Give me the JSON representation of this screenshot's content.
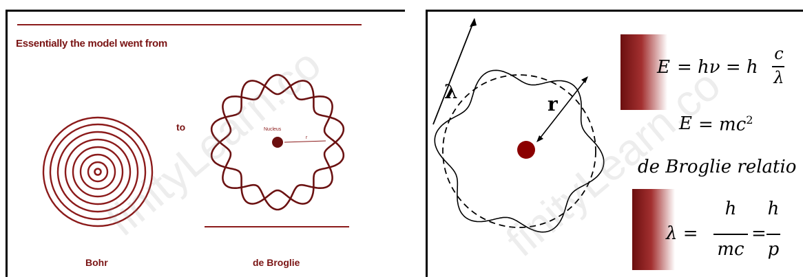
{
  "left_panel": {
    "heading": "Essentially the model went from",
    "connector": "to",
    "bohr_caption": "Bohr",
    "debroglie_caption": "de Broglie",
    "nucleus_label": "Nucleus",
    "radius_label": "r"
  },
  "right_panel": {
    "wavelength_symbol": "λ",
    "radius_symbol": "r",
    "eq1": {
      "lhs": "E",
      "mid": "= hν = h",
      "num": "c",
      "den": "λ"
    },
    "eq2": {
      "lhs": "E",
      "rhs": "= mc",
      "exp": "2"
    },
    "relation_title": "de Broglie relatio",
    "eq3": {
      "lhs": "λ =",
      "num1": "h",
      "den1": "mc",
      "eqsign": "=",
      "num2": "h",
      "den2": "p"
    }
  },
  "watermark": "finityLearn.co",
  "colors": {
    "accent": "#8b1a1a",
    "nucleus": "#6b0f0f",
    "ink": "#000000"
  }
}
